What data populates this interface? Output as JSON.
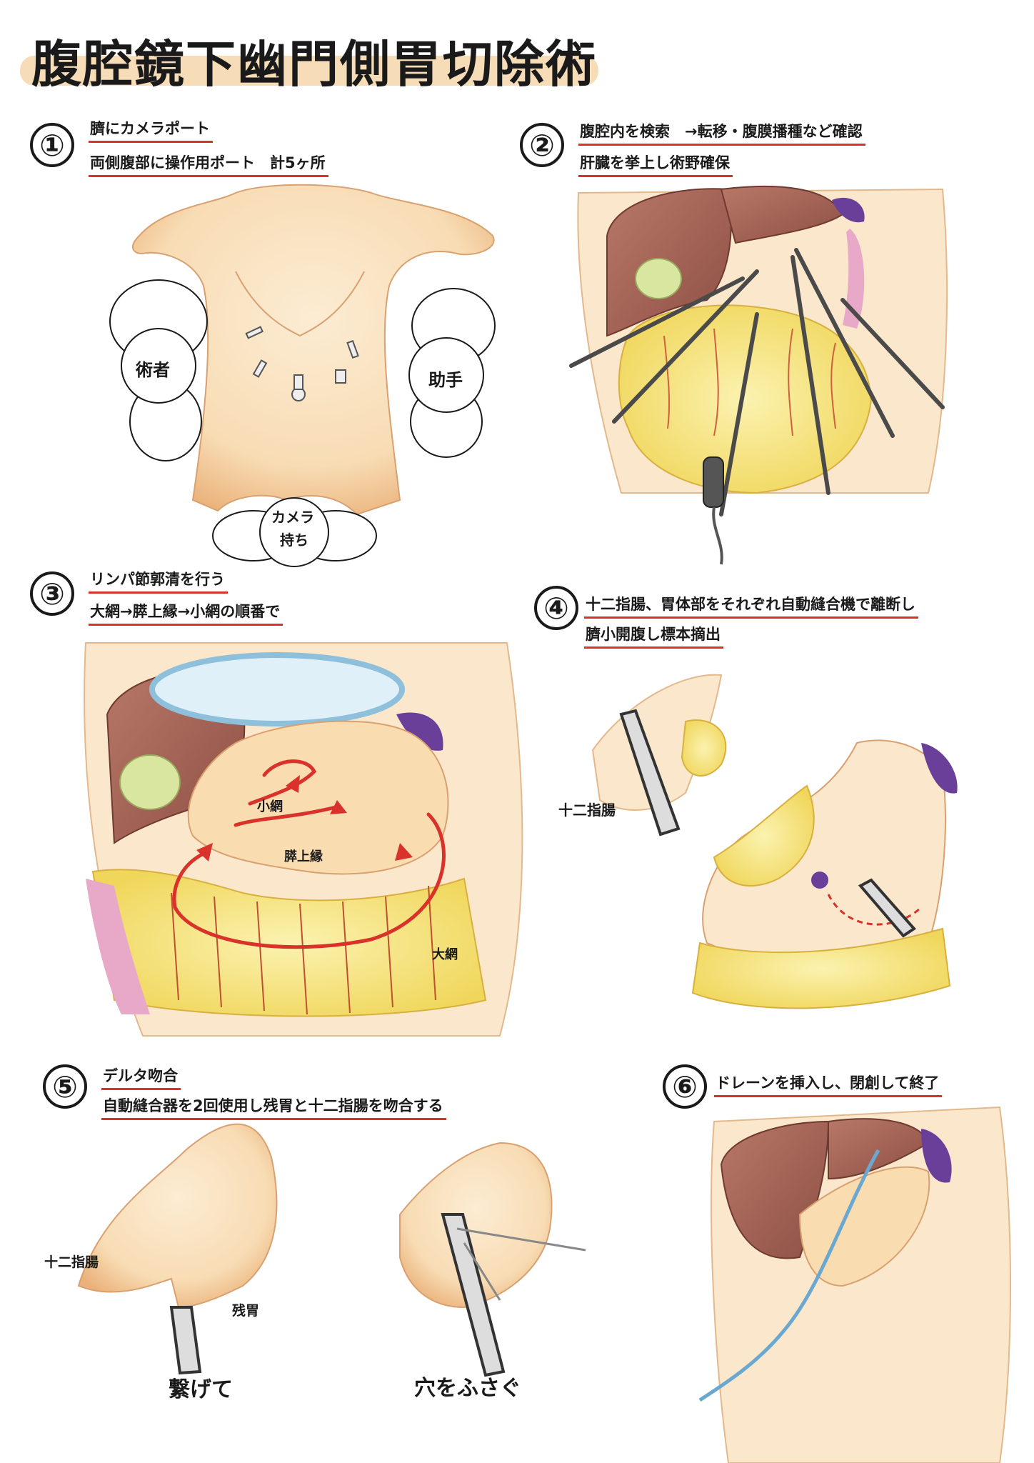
{
  "title": "腹腔鏡下幽門側胃切除術",
  "steps": [
    {
      "num": "①",
      "lines": [
        "臍にカメラポート",
        "両側腹部に操作用ポート　計5ヶ所"
      ],
      "labels": {
        "surgeon": "術者",
        "assistant": "助手",
        "camera_1": "カメラ",
        "camera_2": "持ち"
      }
    },
    {
      "num": "②",
      "lines": [
        "腹腔内を検索　→転移・腹膜播種など確認",
        "肝臓を挙上し術野確保"
      ]
    },
    {
      "num": "③",
      "lines": [
        "リンパ節郭清を行う",
        "大網→膵上縁→小網の順番で"
      ],
      "labels": {
        "lesser_omentum": "小網",
        "pancreas_upper": "膵上縁",
        "greater_omentum": "大網"
      }
    },
    {
      "num": "④",
      "lines": [
        "十二指腸、胃体部をそれぞれ自動縫合機で離断し",
        "臍小開腹し標本摘出"
      ],
      "labels": {
        "duodenum": "十二指腸"
      }
    },
    {
      "num": "⑤",
      "lines": [
        "デルタ吻合",
        "自動縫合器を2回使用し残胃と十二指腸を吻合する"
      ],
      "labels": {
        "duodenum": "十二指腸",
        "remnant_stomach": "残胃",
        "connect": "繋げて",
        "close_hole": "穴をふさぐ"
      }
    },
    {
      "num": "⑥",
      "lines": [
        "ドレーンを挿入し、閉創して終了"
      ]
    }
  ],
  "colors": {
    "skin": "#f8dcb4",
    "skin_dark": "#eab27a",
    "liver": "#a8655a",
    "fat": "#f6e37a",
    "gall": "#d9e6a0",
    "spleen": "#6a3f9a",
    "intestine": "#e8a8c8",
    "accent_red": "#d8322a",
    "highlight": "#f6ddb8"
  }
}
